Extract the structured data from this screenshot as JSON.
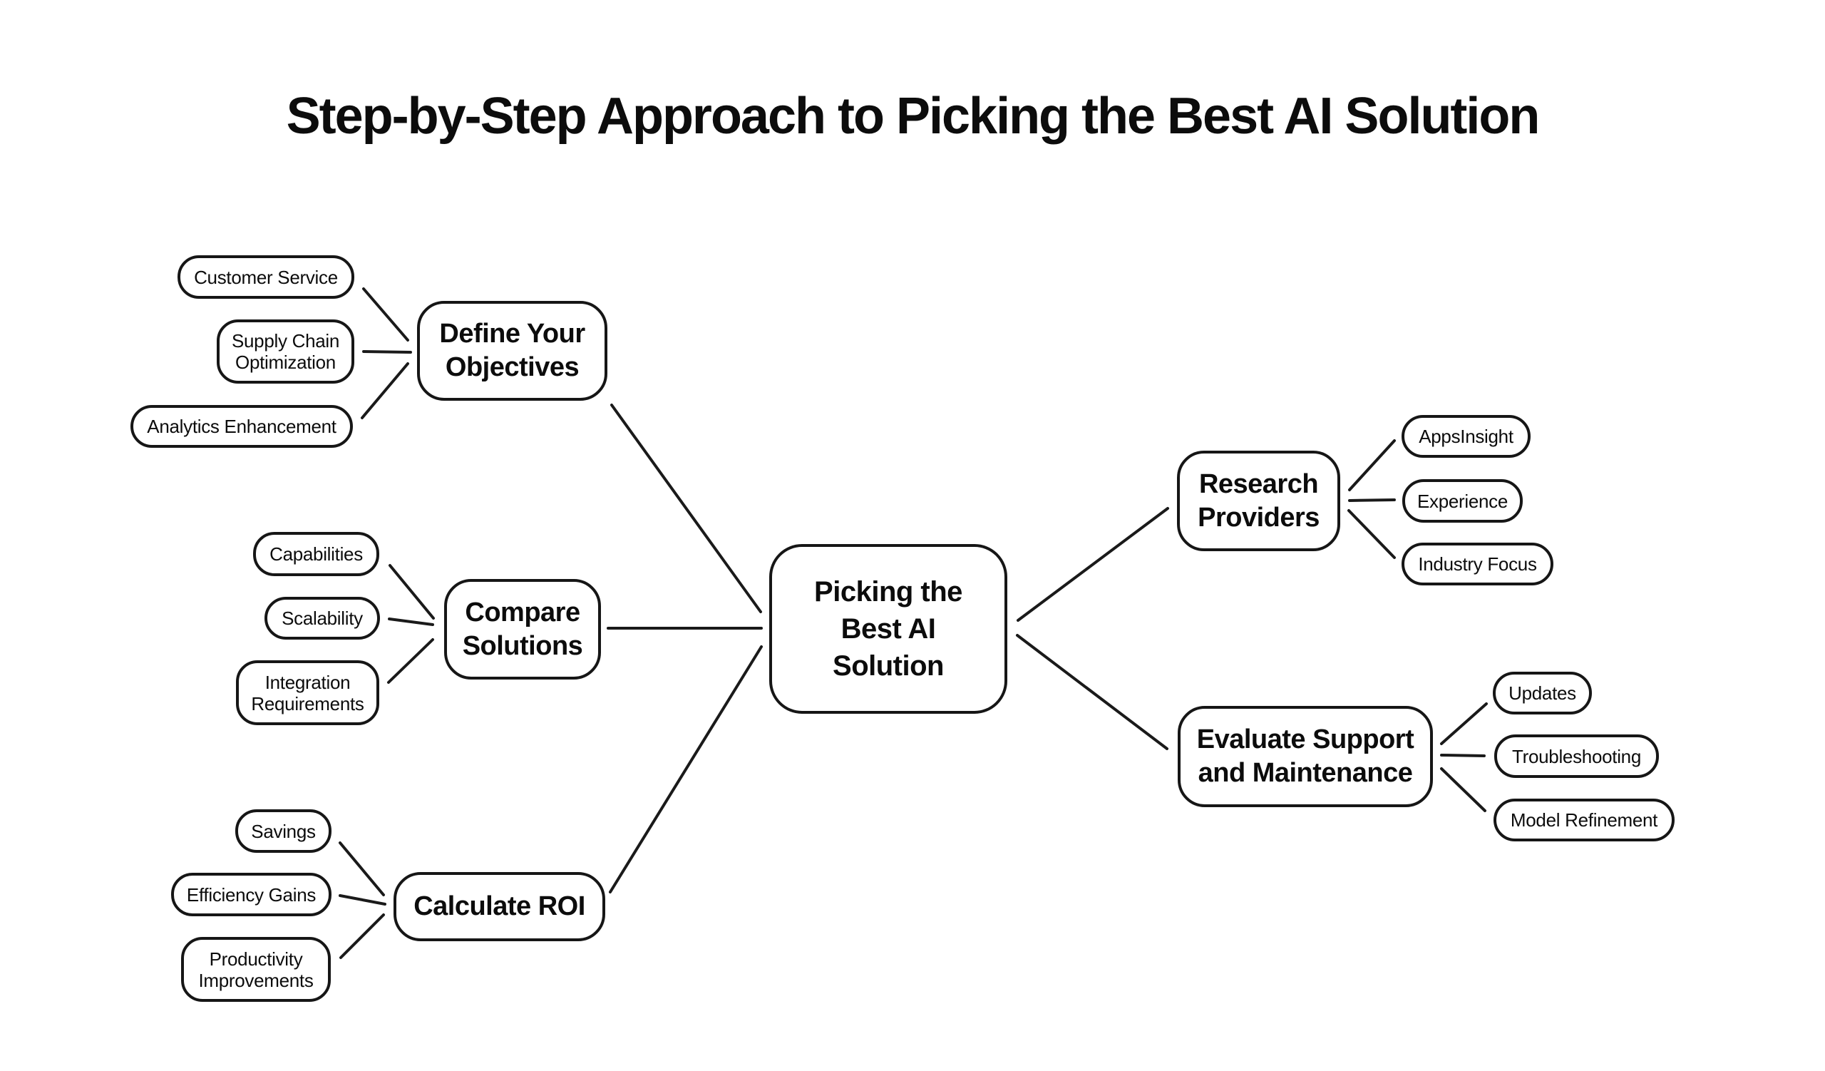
{
  "title": "Step-by-Step Approach to Picking the Best AI Solution",
  "diagram": {
    "root": {
      "id": "picking-the-best-ai-solution",
      "label": "Picking the Best AI Solution"
    },
    "branches": [
      {
        "id": "define-your-objectives",
        "label": "Define Your Objectives",
        "side": "left",
        "children": [
          "Customer Service",
          "Supply Chain Optimization",
          "Analytics Enhancement"
        ]
      },
      {
        "id": "compare-solutions",
        "label": "Compare Solutions",
        "side": "left",
        "children": [
          "Capabilities",
          "Scalability",
          "Integration Requirements"
        ]
      },
      {
        "id": "calculate-roi",
        "label": "Calculate ROI",
        "side": "left",
        "children": [
          "Savings",
          "Efficiency Gains",
          "Productivity Improvements"
        ]
      },
      {
        "id": "research-providers",
        "label": "Research Providers",
        "side": "right",
        "children": [
          "AppsInsight",
          "Experience",
          "Industry Focus"
        ]
      },
      {
        "id": "evaluate-support-and-maintenance",
        "label": "Evaluate Support and Maintenance",
        "side": "right",
        "children": [
          "Updates",
          "Troubleshooting",
          "Model Refinement"
        ]
      }
    ],
    "edges": [
      {
        "from": "customer-service",
        "to": "define-your-objectives"
      },
      {
        "from": "supply-chain-optimization",
        "to": "define-your-objectives"
      },
      {
        "from": "analytics-enhancement",
        "to": "define-your-objectives"
      },
      {
        "from": "define-your-objectives",
        "to": "picking-the-best-ai-solution"
      },
      {
        "from": "capabilities",
        "to": "compare-solutions"
      },
      {
        "from": "scalability",
        "to": "compare-solutions"
      },
      {
        "from": "integration-requirements",
        "to": "compare-solutions"
      },
      {
        "from": "compare-solutions",
        "to": "picking-the-best-ai-solution"
      },
      {
        "from": "savings",
        "to": "calculate-roi"
      },
      {
        "from": "efficiency-gains",
        "to": "calculate-roi"
      },
      {
        "from": "productivity-improvements",
        "to": "calculate-roi"
      },
      {
        "from": "calculate-roi",
        "to": "picking-the-best-ai-solution"
      },
      {
        "from": "picking-the-best-ai-solution",
        "to": "research-providers"
      },
      {
        "from": "picking-the-best-ai-solution",
        "to": "evaluate-support-and-maintenance"
      },
      {
        "from": "research-providers",
        "to": "appsinsight"
      },
      {
        "from": "research-providers",
        "to": "experience"
      },
      {
        "from": "research-providers",
        "to": "industry-focus"
      },
      {
        "from": "evaluate-support-and-maintenance",
        "to": "updates"
      },
      {
        "from": "evaluate-support-and-maintenance",
        "to": "troubleshooting"
      },
      {
        "from": "evaluate-support-and-maintenance",
        "to": "model-refinement"
      }
    ],
    "colors": {
      "background": "#ffffff",
      "node_fill": "#ffffff",
      "node_border": "#161616",
      "text": "#0c0c0c",
      "line": "#1a1a1a"
    }
  }
}
